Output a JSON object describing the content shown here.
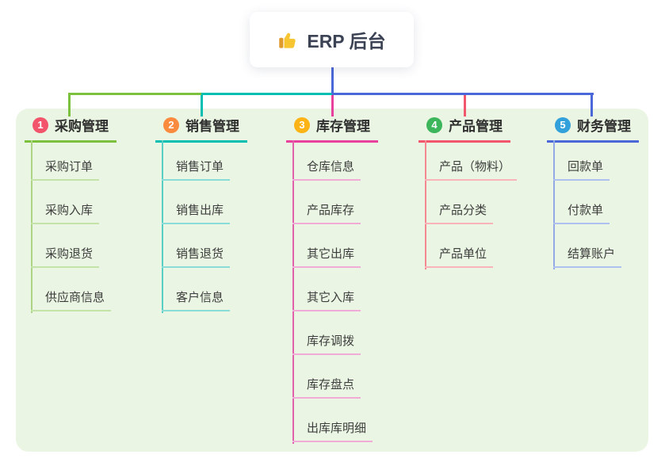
{
  "root": {
    "title": "ERP 后台",
    "icon": "thumbs-up-icon",
    "box_color": "#ffffff",
    "text_color": "#3b4254",
    "line_color": "#4b68d8"
  },
  "panel": {
    "background_color": "#eaf6e3"
  },
  "branches": [
    {
      "number": "1",
      "label": "采购管理",
      "color": "#7cc13e",
      "badge_color": "#f2556b",
      "vertical_color": "#abd584",
      "child_underline_color": "#c4e3a8",
      "children": [
        "采购订单",
        "采购入库",
        "采购退货",
        "供应商信息"
      ]
    },
    {
      "number": "2",
      "label": "销售管理",
      "color": "#00bfb2",
      "badge_color": "#fa8a3e",
      "vertical_color": "#59cec4",
      "child_underline_color": "#8addd6",
      "children": [
        "销售订单",
        "销售出库",
        "销售退货",
        "客户信息"
      ]
    },
    {
      "number": "3",
      "label": "库存管理",
      "color": "#e8409c",
      "badge_color": "#fcb315",
      "vertical_color": "#e160aa",
      "child_underline_color": "#f0abd6",
      "children": [
        "仓库信息",
        "产品库存",
        "其它出库",
        "其它入库",
        "库存调拨",
        "库存盘点",
        "出库库明细"
      ]
    },
    {
      "number": "4",
      "label": "产品管理",
      "color": "#f2566c",
      "badge_color": "#3cb55b",
      "vertical_color": "#f4878f",
      "child_underline_color": "#f8b4b9",
      "children": [
        "产品（物料）",
        "产品分类",
        "产品单位"
      ]
    },
    {
      "number": "5",
      "label": "财务管理",
      "color": "#4b68d8",
      "badge_color": "#32a0da",
      "vertical_color": "#93a9e6",
      "child_underline_color": "#adc0ee",
      "children": [
        "回款单",
        "付款单",
        "结算账户"
      ]
    }
  ]
}
